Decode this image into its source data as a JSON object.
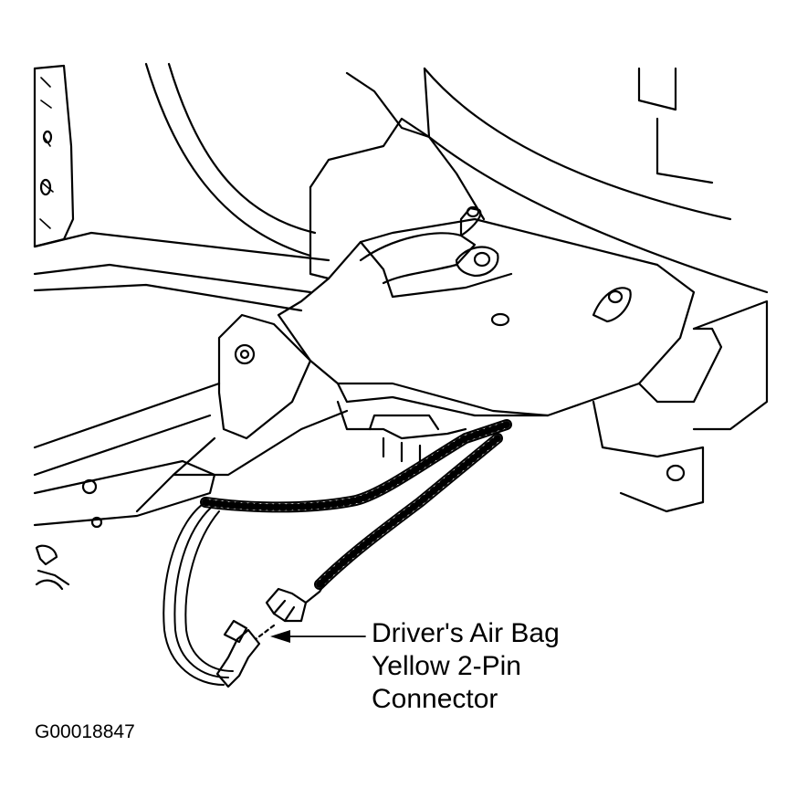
{
  "callout": {
    "line1": "Driver's Air Bag",
    "line2": "Yellow 2-Pin",
    "line3": "Connector"
  },
  "figure_id": "G00018847",
  "colors": {
    "line": "#000000",
    "fill": "#ffffff"
  }
}
